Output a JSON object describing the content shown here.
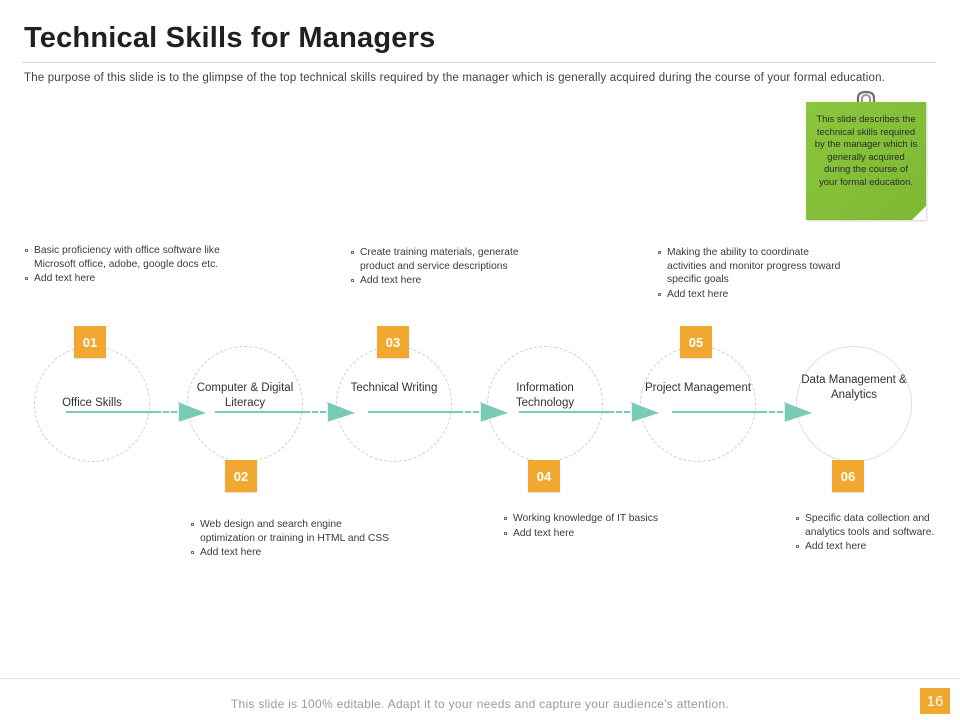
{
  "slide": {
    "title": "Technical Skills for Managers",
    "subtitle": "The purpose of this slide is to the glimpse of the top technical skills required by the manager which is generally acquired during the course of your formal education.",
    "sticky_note": "This slide describes the technical skills required by the manager which is generally acquired during the course of your formal education.",
    "footer": "This slide is 100% editable. Adapt it to your needs and capture your audience's attention.",
    "page_number": "16",
    "colors": {
      "accent_orange": "#f0a830",
      "arrow_green": "#79cbb8",
      "sticky_green": "#8cc63e",
      "title_text": "#231f20",
      "footer_text": "#9a9a9a"
    }
  },
  "steps": [
    {
      "number": "01",
      "label": "Office Skills"
    },
    {
      "number": "02",
      "label": "Computer & Digital Literacy"
    },
    {
      "number": "03",
      "label": "Technical Writing"
    },
    {
      "number": "04",
      "label": "Information Technology"
    },
    {
      "number": "05",
      "label": "Project Management"
    },
    {
      "number": "06",
      "label": "Data Management & Analytics"
    }
  ],
  "notes": {
    "top_left": [
      "Basic proficiency with office software like Microsoft office, adobe, google docs etc.",
      "Add text here"
    ],
    "top_middle": [
      "Create training materials, generate product and service descriptions",
      "Add text here"
    ],
    "top_right": [
      "Making the ability to coordinate activities and monitor progress toward specific goals",
      "Add text here"
    ],
    "bottom_left": [
      "Web design and search engine optimization or training in HTML and CSS",
      "Add text here"
    ],
    "bottom_middle": [
      "Working knowledge of IT basics",
      "Add text here"
    ],
    "bottom_right": [
      "Specific data collection and analytics tools and software.",
      "Add text here"
    ]
  }
}
